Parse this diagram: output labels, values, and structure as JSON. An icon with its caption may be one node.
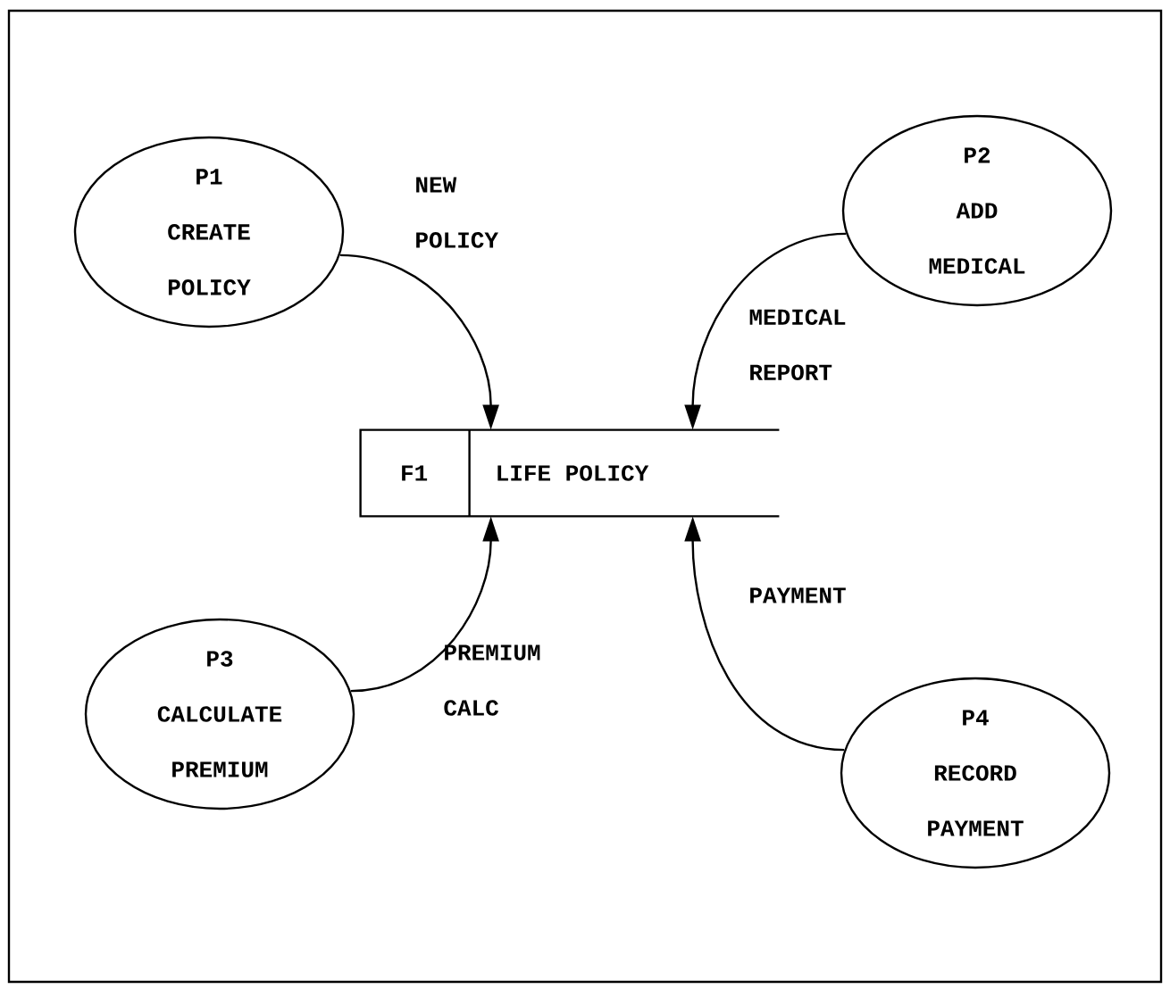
{
  "diagram": {
    "nodes": [
      {
        "text": [
          "P1",
          "CREATE POLICY"
        ]
      },
      {
        "text": [
          "P2",
          "ADD MEDICAL"
        ]
      },
      {
        "text": [
          "P3",
          "CALCULATE PREMIUM"
        ]
      },
      {
        "text": [
          "P4",
          "RECORD PAYMENT"
        ]
      },
      {
        "text": [
          "F1",
          "LIFE POLICY"
        ]
      }
    ],
    "edges": [
      {
        "from": 0,
        "to": 4,
        "arrow": "to",
        "label": "NEW POLICY"
      },
      {
        "from": 1,
        "to": 4,
        "arrow": "to",
        "label": "MEDICAL REPORT"
      },
      {
        "from": 2,
        "to": 4,
        "arrow": "to",
        "label": "PREMIUM CALC"
      },
      {
        "from": 3,
        "to": 4,
        "arrow": "to",
        "label": "PAYMENT"
      }
    ]
  }
}
